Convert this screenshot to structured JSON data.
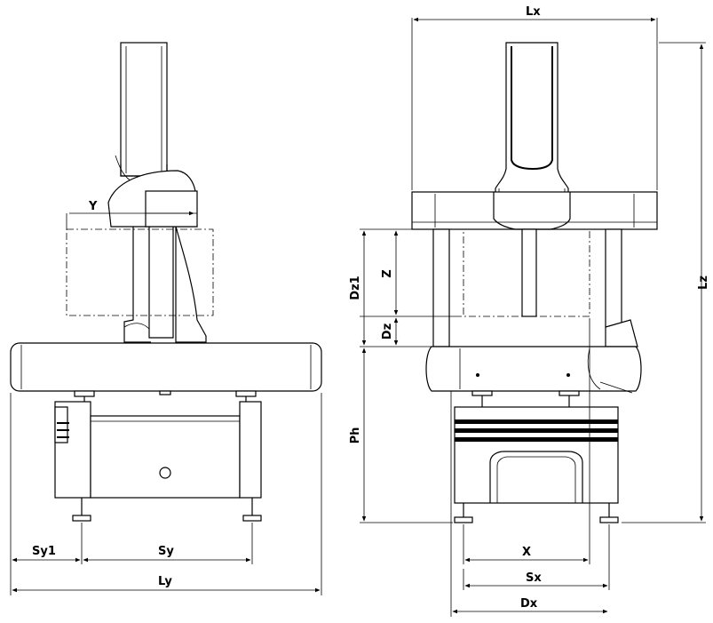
{
  "dimensions": {
    "lx": "Lx",
    "lz": "Lz",
    "dz1": "Dz1",
    "z": "Z",
    "dz": "Dz",
    "ph": "Ph",
    "x": "X",
    "sx": "Sx",
    "dx": "Dx",
    "y": "Y",
    "sy1": "Sy1",
    "sy": "Sy",
    "ly": "Ly"
  }
}
